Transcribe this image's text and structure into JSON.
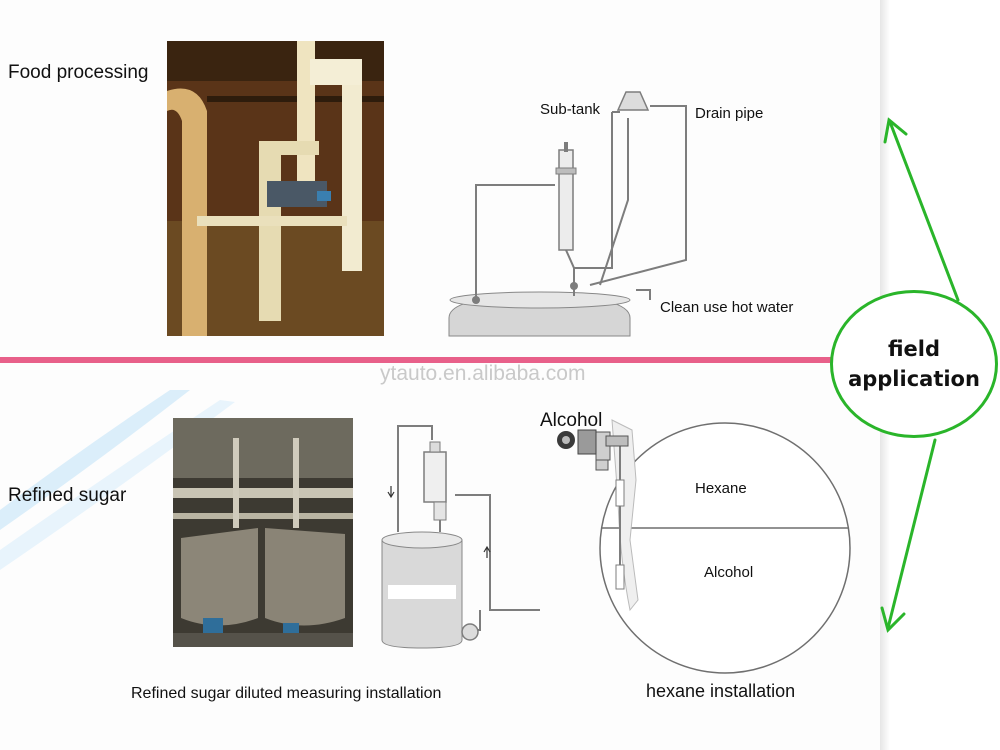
{
  "sections": {
    "food": {
      "label": "Food processing"
    },
    "sugar": {
      "label": "Refined sugar"
    }
  },
  "diagram_top": {
    "subtank": "Sub-tank",
    "drain": "Drain pipe",
    "hotwater": "Clean use hot water"
  },
  "diagram_hexane": {
    "title": "Alcohol",
    "upper": "Hexane",
    "lower": "Alcohol"
  },
  "captions": {
    "sugar": "Refined sugar diluted measuring installation",
    "hexane": "hexane installation"
  },
  "callout": {
    "line1": "field",
    "line2": "application"
  },
  "watermark": "ytauto.en.alibaba.com",
  "colors": {
    "accent_green": "#2ab52a",
    "divider_pink": "#e8608a"
  }
}
